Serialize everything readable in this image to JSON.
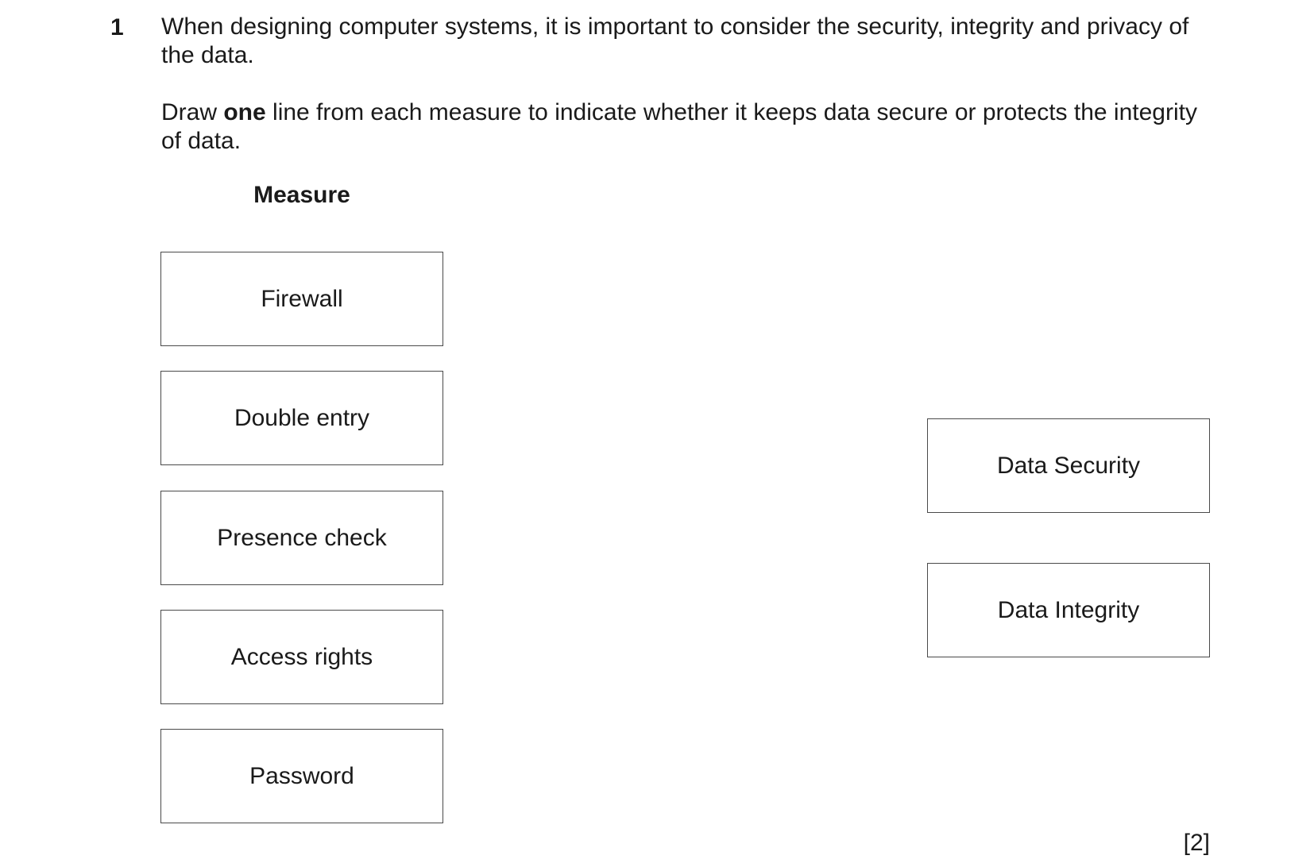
{
  "question": {
    "number": "1",
    "intro": "When designing computer systems, it is important to consider the security, integrity and privacy of the data.",
    "instruction_before": "Draw ",
    "instruction_bold": "one",
    "instruction_after": " line from each measure to indicate whether it keeps data secure or protects the integrity of data.",
    "measure_heading": "Measure",
    "measures": [
      "Firewall",
      "Double entry",
      "Presence check",
      "Access rights",
      "Password"
    ],
    "categories": [
      "Data Security",
      "Data Integrity"
    ],
    "marks": "[2]"
  }
}
